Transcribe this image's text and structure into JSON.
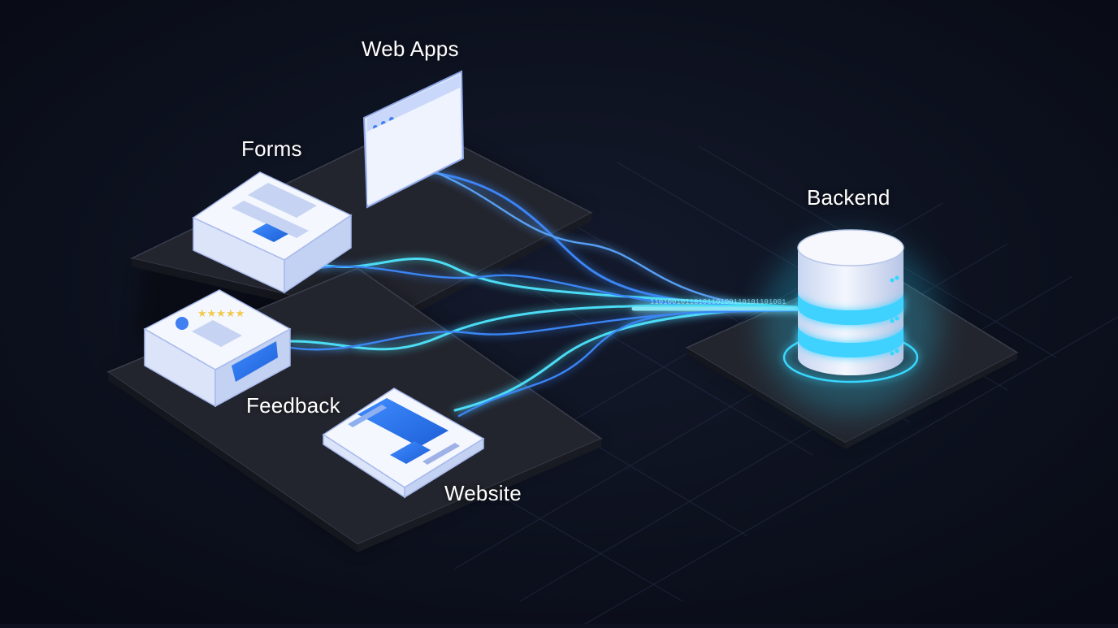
{
  "colors": {
    "background": "#0d1120",
    "platform": "#23252e",
    "card_face": "#eef3fd",
    "card_edge": "#9fb2e8",
    "accent_blue": "#2d7ff0",
    "glow_cyan": "#4fe6ff",
    "cable_blue": "#3d8bff"
  },
  "icons": {
    "webapps": "browser-window-icon",
    "forms": "form-card-icon",
    "feedback": "rating-feedback-icon",
    "website": "webpage-document-icon",
    "backend": "database-cylinder-icon"
  },
  "nodes": {
    "webapps": {
      "label": "Web Apps"
    },
    "forms": {
      "label": "Forms"
    },
    "feedback": {
      "label": "Feedback"
    },
    "website": {
      "label": "Website"
    },
    "backend": {
      "label": "Backend"
    }
  },
  "binary_stream": "1101001011010110100110101101001"
}
